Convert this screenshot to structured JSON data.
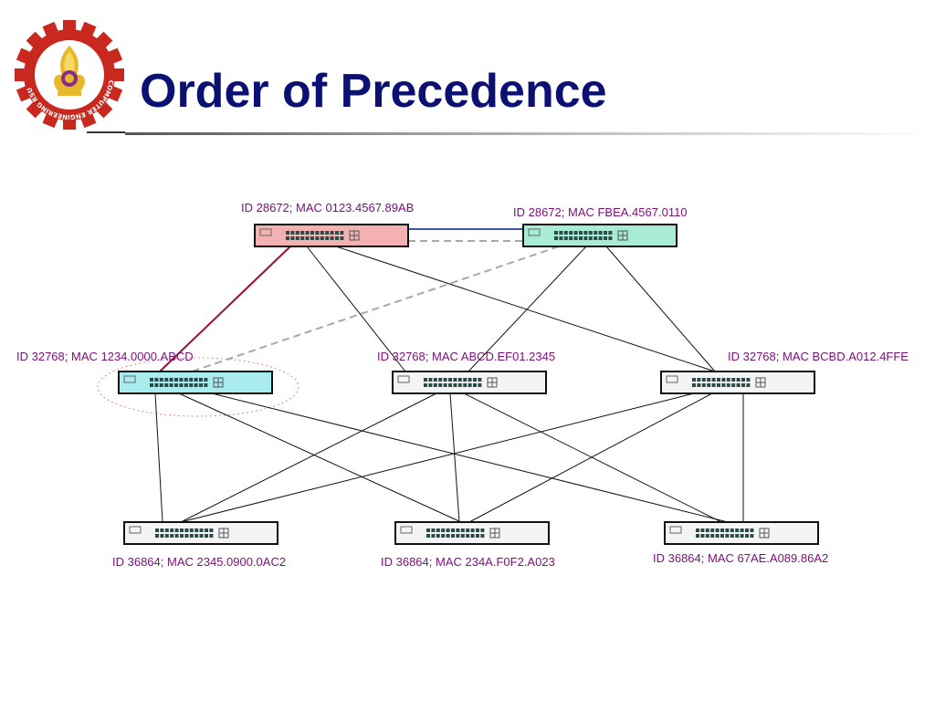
{
  "slide": {
    "title": "Order of Precedence",
    "logo_text": "COMPUTER ENGINEERING RSU"
  },
  "colors": {
    "title": "#0a1172",
    "label": "#7a0f7a",
    "root_switch": "#f4b1b1",
    "secondary_switch": "#a8ecd6",
    "selected_switch": "#a8ecef",
    "plain_switch": "#f4f4f4",
    "root_link": "#9b1030",
    "blue_link": "#2a3a9c",
    "blocked_link": "#a8a8a8",
    "highlight": "#e08a8a",
    "logo_ring": "#c8281e",
    "logo_gold": "#e6b82a"
  },
  "switches": [
    {
      "id": "sw1",
      "label": "ID 28672; MAC 0123.4567.89AB",
      "kind": "root_switch"
    },
    {
      "id": "sw2",
      "label": "ID 28672; MAC FBEA.4567.0110",
      "kind": "secondary_switch"
    },
    {
      "id": "sw3",
      "label": "ID 32768; MAC 1234.0000.ABCD",
      "kind": "selected_switch"
    },
    {
      "id": "sw4",
      "label": "ID 32768; MAC ABCD.EF01.2345",
      "kind": "plain_switch"
    },
    {
      "id": "sw5",
      "label": "ID 32768; MAC BCBD.A012.4FFE",
      "kind": "plain_switch"
    },
    {
      "id": "sw6",
      "label": "ID 36864; MAC 2345.0900.0AC2",
      "kind": "plain_switch"
    },
    {
      "id": "sw7",
      "label": "ID 36864; MAC 234A.F0F2.A023",
      "kind": "plain_switch"
    },
    {
      "id": "sw8",
      "label": "ID 36864; MAC 67AE.A089.86A2",
      "kind": "plain_switch"
    }
  ],
  "links": [
    {
      "from": "sw1",
      "to": "sw2",
      "style": "blue"
    },
    {
      "from": "sw1",
      "to": "sw2",
      "style": "blocked"
    },
    {
      "from": "sw2",
      "to": "sw3",
      "style": "blocked"
    },
    {
      "from": "sw1",
      "to": "sw3",
      "style": "root"
    },
    {
      "from": "sw1",
      "to": "sw4",
      "style": "normal"
    },
    {
      "from": "sw1",
      "to": "sw5",
      "style": "normal"
    },
    {
      "from": "sw2",
      "to": "sw4",
      "style": "normal"
    },
    {
      "from": "sw2",
      "to": "sw5",
      "style": "normal"
    },
    {
      "from": "sw3",
      "to": "sw6",
      "style": "normal"
    },
    {
      "from": "sw3",
      "to": "sw7",
      "style": "normal"
    },
    {
      "from": "sw3",
      "to": "sw8",
      "style": "normal"
    },
    {
      "from": "sw4",
      "to": "sw6",
      "style": "normal"
    },
    {
      "from": "sw4",
      "to": "sw7",
      "style": "normal"
    },
    {
      "from": "sw4",
      "to": "sw8",
      "style": "normal"
    },
    {
      "from": "sw5",
      "to": "sw6",
      "style": "normal"
    },
    {
      "from": "sw5",
      "to": "sw7",
      "style": "normal"
    },
    {
      "from": "sw5",
      "to": "sw8",
      "style": "normal"
    }
  ],
  "highlight": {
    "target": "sw3",
    "shape": "dotted-ellipse"
  }
}
